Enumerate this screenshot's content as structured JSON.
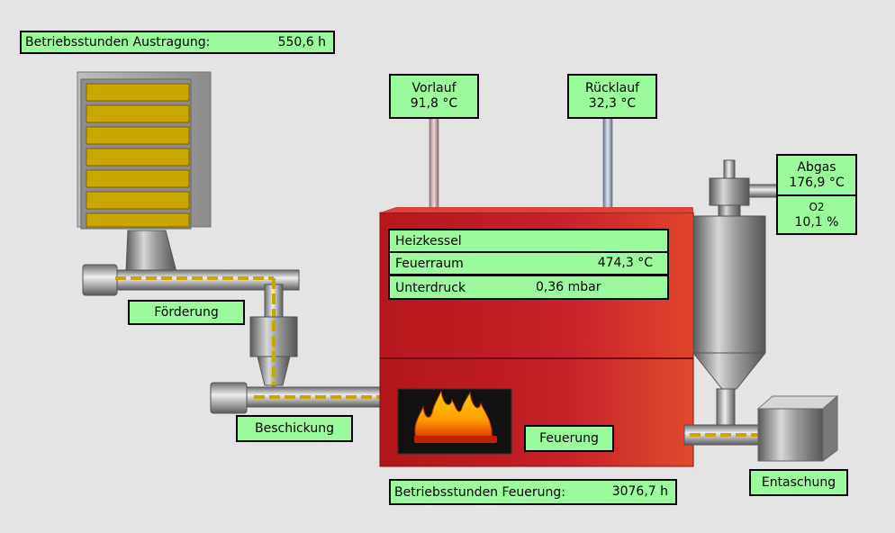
{
  "austragung": {
    "label": "Betriebsstunden Austragung:",
    "value": "550,6 h"
  },
  "vorlauf": {
    "label": "Vorlauf",
    "value": "91,8",
    "unit": "°C"
  },
  "ruecklauf": {
    "label": "Rücklauf",
    "value": "32,3",
    "unit": "°C"
  },
  "abgas": {
    "label": "Abgas",
    "value": "176,9 °C"
  },
  "o2": {
    "label": "O2",
    "value": "10,1 %"
  },
  "heizkessel": {
    "title": "Heizkessel",
    "feuerraum_label": "Feuerraum",
    "feuerraum_value": "474,3 °C",
    "unterdruck_label": "Unterdruck",
    "unterdruck_value": "0,36 mbar"
  },
  "labels": {
    "foerderung": "Förderung",
    "beschickung": "Beschickung",
    "feuerung": "Feuerung",
    "entaschung": "Entaschung"
  },
  "feuerung_stunden": {
    "label": "Betriebsstunden Feuerung:",
    "value": "3076,7 h"
  },
  "colors": {
    "panel": "#9bfa9b",
    "boiler": "#c01f24",
    "flame": "#f5a000",
    "conveyor": "#c9a700",
    "background": "#e4e4e4"
  }
}
